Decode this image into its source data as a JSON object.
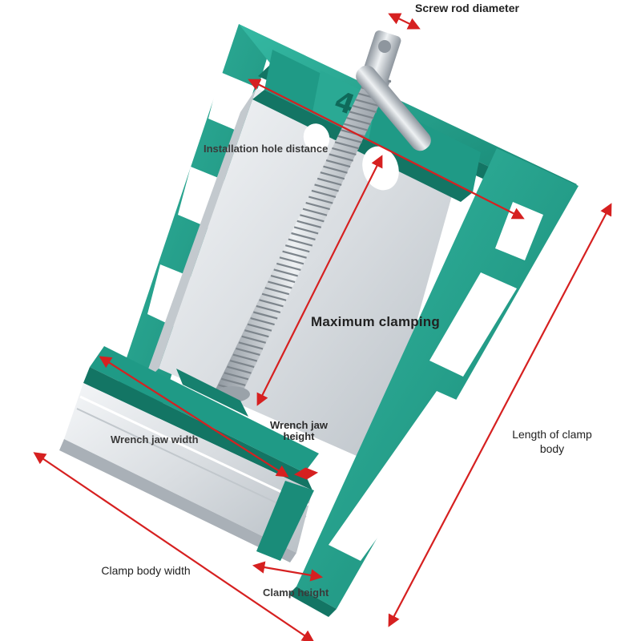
{
  "labels": {
    "screw_rod_diameter": "Screw rod diameter",
    "installation_hole_distance": "Installation hole distance",
    "maximum_clamping": "Maximum clamping",
    "wrench_jaw_width": "Wrench jaw width",
    "wrench_jaw_height": "Wrench jaw height",
    "length_of_clamp_body": "Length of clamp body",
    "clamp_body_width": "Clamp body width",
    "clamp_height": "Clamp height"
  },
  "logo_mark": "4",
  "colors": {
    "frame": "#1f9a86",
    "frame_dark": "#137564",
    "frame_light": "#35b9a3",
    "steel": "#d9dde1",
    "steel_dark": "#a9b0b7",
    "steel_light": "#f2f4f6",
    "dimension_line": "#d62020"
  }
}
